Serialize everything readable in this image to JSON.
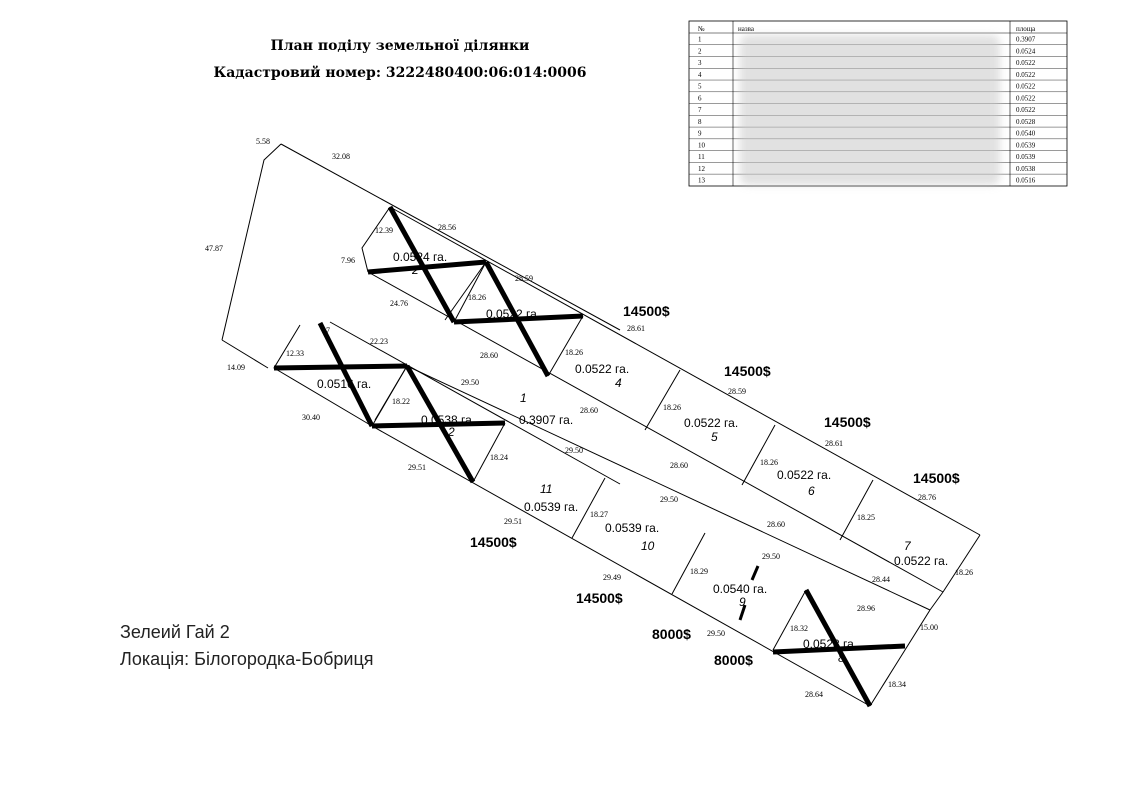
{
  "title": "План поділу земельної ділянки",
  "cadastral": "Кадастровий номер: 3222480400:06:014:0006",
  "location": {
    "name": "Зелеий Гай 2",
    "place": "Локація: Білогородка-Бобриця"
  },
  "table": {
    "headers": [
      "№",
      "назва",
      "площа"
    ],
    "rows": [
      {
        "n": "1",
        "area": "0.3907"
      },
      {
        "n": "2",
        "area": "0.0524"
      },
      {
        "n": "3",
        "area": "0.0522"
      },
      {
        "n": "4",
        "area": "0.0522"
      },
      {
        "n": "5",
        "area": "0.0522"
      },
      {
        "n": "6",
        "area": "0.0522"
      },
      {
        "n": "7",
        "area": "0.0522"
      },
      {
        "n": "8",
        "area": "0.0528"
      },
      {
        "n": "9",
        "area": "0.0540"
      },
      {
        "n": "10",
        "area": "0.0539"
      },
      {
        "n": "11",
        "area": "0.0539"
      },
      {
        "n": "12",
        "area": "0.0538"
      },
      {
        "n": "13",
        "area": "0.0516"
      }
    ]
  },
  "plots": {
    "p4": {
      "num": "4",
      "area": "0.0522 га."
    },
    "p5": {
      "num": "5",
      "area": "0.0522 га."
    },
    "p6": {
      "num": "6",
      "area": "0.0522 га."
    },
    "p7": {
      "num": "7",
      "area": "0.0522 га."
    },
    "p1": {
      "num": "1",
      "area": "0.3907 га."
    },
    "p11": {
      "num": "11",
      "area": "0.0539 га."
    },
    "p10": {
      "num": "10",
      "area": "0.0539 га."
    },
    "p9": {
      "num": "9",
      "area": "0.0540 га."
    },
    "p8": {
      "num": "8",
      "area": "0.0528 га."
    },
    "pA": {
      "num": "2",
      "area": "0.0524 га."
    },
    "pB": {
      "area": "0.0522 га."
    },
    "pC": {
      "area": "0.0516 га."
    },
    "pD": {
      "num": "2",
      "area": "0.0538 га."
    }
  },
  "prices": {
    "p4": "14500$",
    "p5": "14500$",
    "p6": "14500$",
    "p7": "14500$",
    "p11": "14500$",
    "p10": "14500$",
    "p9": "8000$",
    "p8": "8000$"
  },
  "dims": {
    "d1": "5.58",
    "d2": "32.08",
    "d3": "47.87",
    "d4": "28.56",
    "d5": "12.39",
    "d6": "7.96",
    "d7": "28.59",
    "d8": "18.26",
    "d9": "24.76",
    "d10": "28.61",
    "d11": "18.26",
    "d12": "28.60",
    "d13": "22.23",
    "d14": "12.33",
    "d15": "14.09",
    "d16": "29.50",
    "d17": "18.22",
    "d18": "30.40",
    "d19": "28.59",
    "d20": "18.26",
    "d21": "28.60",
    "d22": "29.50",
    "d23": "18.24",
    "d24": "29.51",
    "d25": "28.61",
    "d26": "18.26",
    "d27": "28.60",
    "d28": "29.50",
    "d29": "28.76",
    "d30": "18.27",
    "d31": "29.51",
    "d32": "28.60",
    "d33": "18.25",
    "d34": "29.50",
    "d35": "18.29",
    "d36": "28.44",
    "d37": "18.26",
    "d38": "29.49",
    "d39": "28.96",
    "d40": "29.50",
    "d41": "18.32",
    "d42": "15.00",
    "d43": "18.34",
    "d44": "28.64",
    "d45": "27"
  }
}
